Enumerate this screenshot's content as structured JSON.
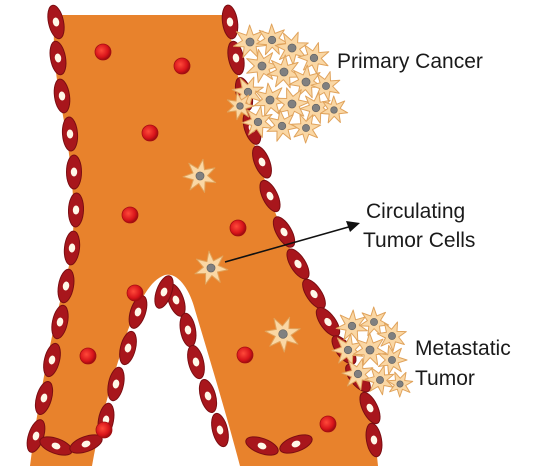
{
  "labels": {
    "primary": "Primary Cancer",
    "ctc_line1": "Circulating",
    "ctc_line2": "Tumor Cells",
    "metastatic_line1": "Metastatic",
    "metastatic_line2": "Tumor"
  },
  "colors": {
    "vessel": "#e8822c",
    "endothelial": "#a8161c",
    "endothelial_edge": "#7a0d12",
    "nucleus": "#fff8e8",
    "rbc": "#e01a1a",
    "rbc_shade": "#a50f12",
    "tumor_cell": "#fad7a4",
    "tumor_edge": "#e0a35c",
    "tumor_nucleus": "#808080",
    "arrow": "#111111",
    "text": "#1a1a1a"
  }
}
